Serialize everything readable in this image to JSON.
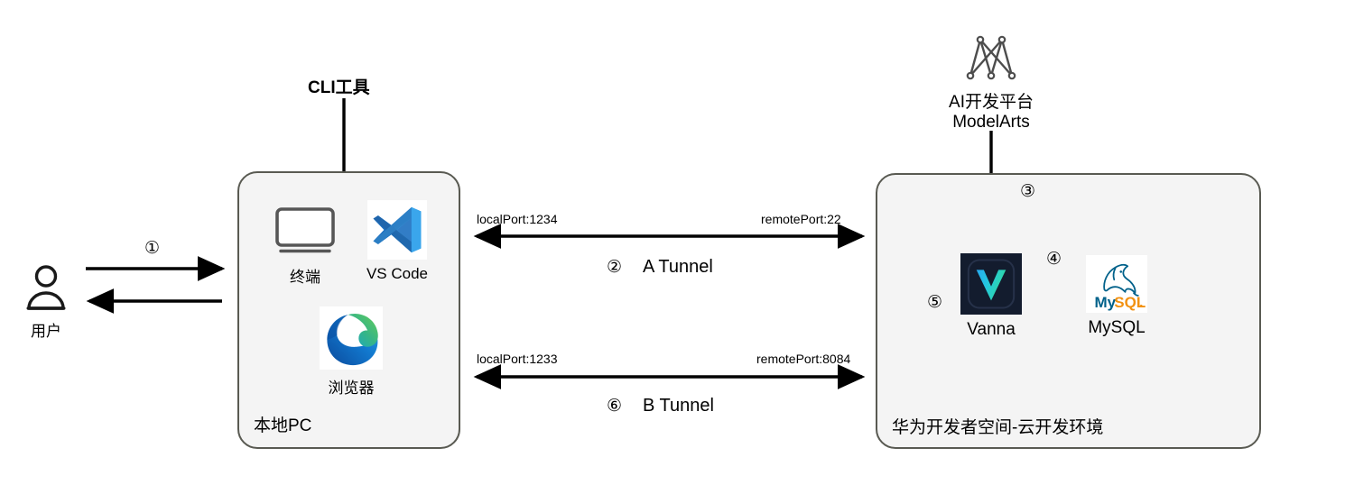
{
  "diagram": {
    "title": "Vanna on Huawei Developer Space architecture",
    "actor": {
      "icon": "user-icon",
      "label": "用户"
    },
    "cli_tool": {
      "label": "CLI工具"
    },
    "local_zone": {
      "label": "本地PC",
      "items": [
        {
          "icon": "terminal-icon",
          "label": "终端"
        },
        {
          "icon": "vscode-icon",
          "label": "VS Code"
        },
        {
          "icon": "edge-browser-icon",
          "label": "浏览器"
        }
      ]
    },
    "platform": {
      "icon": "modelarts-icon",
      "line1": "AI开发平台",
      "line2": "ModelArts"
    },
    "cloud_zone": {
      "label": "华为开发者空间-云开发环境",
      "items": [
        {
          "icon": "vanna-icon",
          "label": "Vanna"
        },
        {
          "icon": "mysql-icon",
          "label": "MySQL"
        }
      ]
    },
    "steps": {
      "s1": "①",
      "s2": "②",
      "s3": "③",
      "s4": "④",
      "s5": "⑤",
      "s6": "⑥"
    },
    "tunnels": [
      {
        "name": "A Tunnel",
        "step": "②",
        "local_port": "localPort:1234",
        "remote_port": "remotePort:22"
      },
      {
        "name": "B Tunnel",
        "step": "⑥",
        "local_port": "localPort:1233",
        "remote_port": "remotePort:8084"
      }
    ],
    "colors": {
      "zone_border": "#595a52",
      "zone_fill": "#f4f4f4",
      "arrow": "#000000",
      "vscode_blue": "#0d7bc4",
      "vanna_dark": "#111a2b",
      "mysql_orange": "#f29111",
      "mysql_blue": "#00618a",
      "edge_blue": "#0f6cbd",
      "edge_green": "#41b883",
      "modelarts_gray": "#4d4d4d"
    }
  }
}
